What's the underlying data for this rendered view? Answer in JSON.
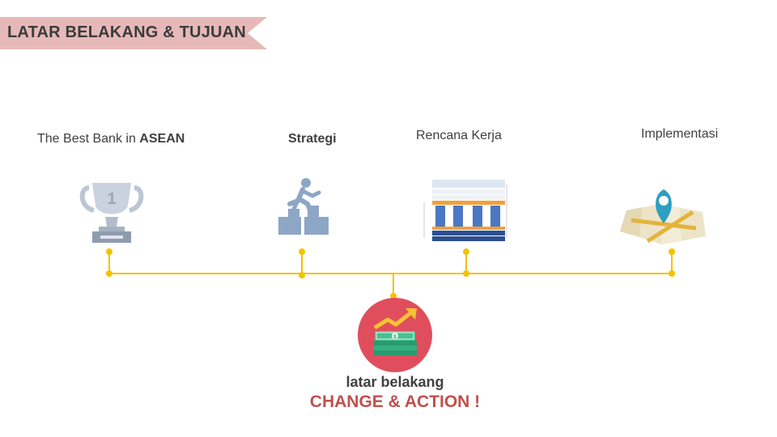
{
  "header": {
    "title": "LATAR BELAKANG & TUJUAN",
    "banner_color": "#e6b9b8"
  },
  "milestones": [
    {
      "label_prefix": "The Best Bank in ",
      "label_bold": "ASEAN",
      "icon": "trophy-icon"
    },
    {
      "label_prefix": "",
      "label_bold": "Strategi",
      "icon": "runner-steps-icon"
    },
    {
      "label_prefix": "Rencana Kerja",
      "label_bold": "",
      "icon": "pillars-chart-icon"
    },
    {
      "label_prefix": "Implementasi",
      "label_bold": "",
      "icon": "map-pin-icon"
    }
  ],
  "center": {
    "icon": "money-growth-icon",
    "subtitle": "latar belakang",
    "headline": "CHANGE & ACTION !",
    "headline_color": "#c0504d",
    "circle_color": "#e04e5e"
  },
  "timeline_color": "#f2c300"
}
